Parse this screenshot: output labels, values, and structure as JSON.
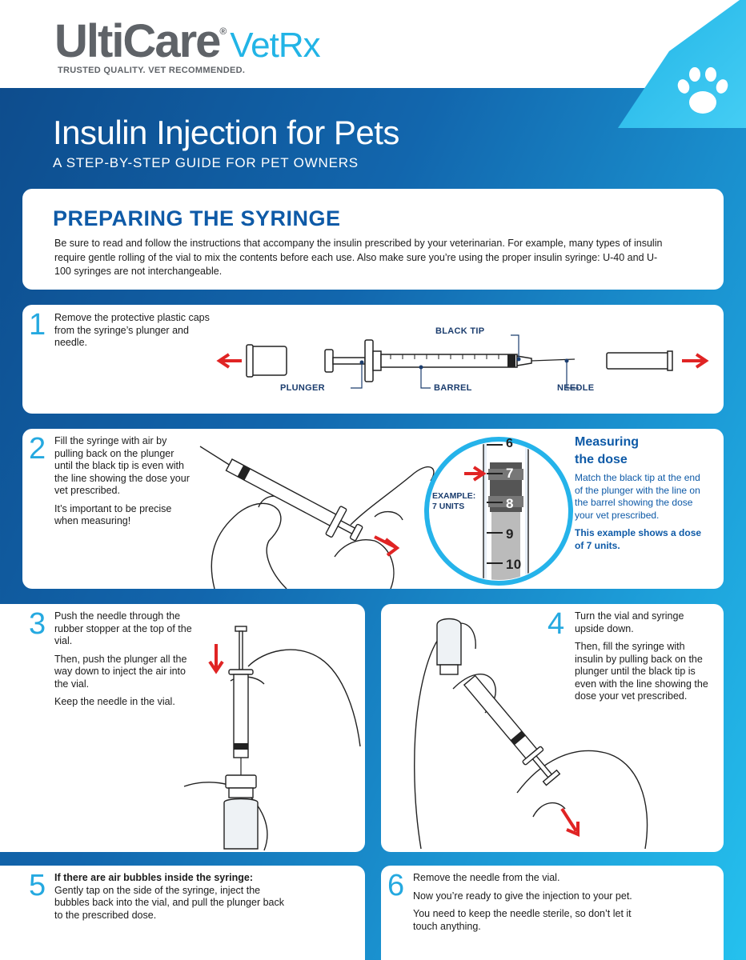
{
  "brand": {
    "logo_main": "UltiCare",
    "logo_reg": "®",
    "logo_sub": "VetRx",
    "tagline": "TRUSTED QUALITY. VET RECOMMENDED."
  },
  "header": {
    "title": "Insulin Injection for Pets",
    "subtitle": "A STEP-BY-STEP GUIDE FOR PET OWNERS"
  },
  "intro": {
    "heading": "PREPARING THE SYRINGE",
    "body": "Be sure to read and follow the instructions that accompany the insulin prescribed by your veterinarian. For example, many types of insulin require gentle rolling of the vial to mix the contents before each use. Also make sure you’re using the proper insulin syringe: U-40 and U-100 syringes are not interchangeable."
  },
  "steps": [
    {
      "number": "1",
      "paragraphs": [
        "Remove the protective plastic caps from the syringe’s plunger and needle."
      ],
      "labels": {
        "black_tip": "BLACK TIP",
        "plunger": "PLUNGER",
        "barrel": "BARREL",
        "needle": "NEEDLE"
      }
    },
    {
      "number": "2",
      "paragraphs": [
        "Fill the syringe with air by pulling back on the plunger until the black tip is even with the line showing the dose your vet prescribed.",
        "It’s important to be precise when measuring!"
      ],
      "example_label": "EXAMPLE:",
      "example_units": "7 UNITS",
      "scale_marks": [
        "6",
        "7",
        "8",
        "9",
        "10"
      ],
      "measure_title_1": "Measuring",
      "measure_title_2": "the dose",
      "measure_body": "Match the black tip at the end of the plunger with the line on the barrel showing the dose your vet prescribed.",
      "measure_note": "This example shows a dose of 7 units."
    },
    {
      "number": "3",
      "paragraphs": [
        "Push the needle through the rubber stopper at the top of the vial.",
        "Then, push the plunger all the way down to inject the air into the vial.",
        "Keep the needle in the vial."
      ]
    },
    {
      "number": "4",
      "paragraphs": [
        "Turn the vial and syringe upside down.",
        "Then, fill the syringe with insulin by pulling back on the plunger until the black tip is even with the line showing the dose your vet prescribed."
      ]
    },
    {
      "number": "5",
      "heading": "If there are air bubbles inside the syringe:",
      "paragraphs": [
        "Gently tap on the side of the syringe, inject the bubbles back into the vial, and pull the plunger back to the prescribed dose."
      ]
    },
    {
      "number": "6",
      "paragraphs": [
        "Remove the needle from the vial.",
        "Now you’re ready to give the injection to your pet.",
        "You need to keep the needle sterile, so don’t let it touch anything."
      ]
    }
  ],
  "colors": {
    "accent_blue": "#0e5aa7",
    "light_blue": "#25a9e0",
    "arrow_red": "#e02424"
  }
}
